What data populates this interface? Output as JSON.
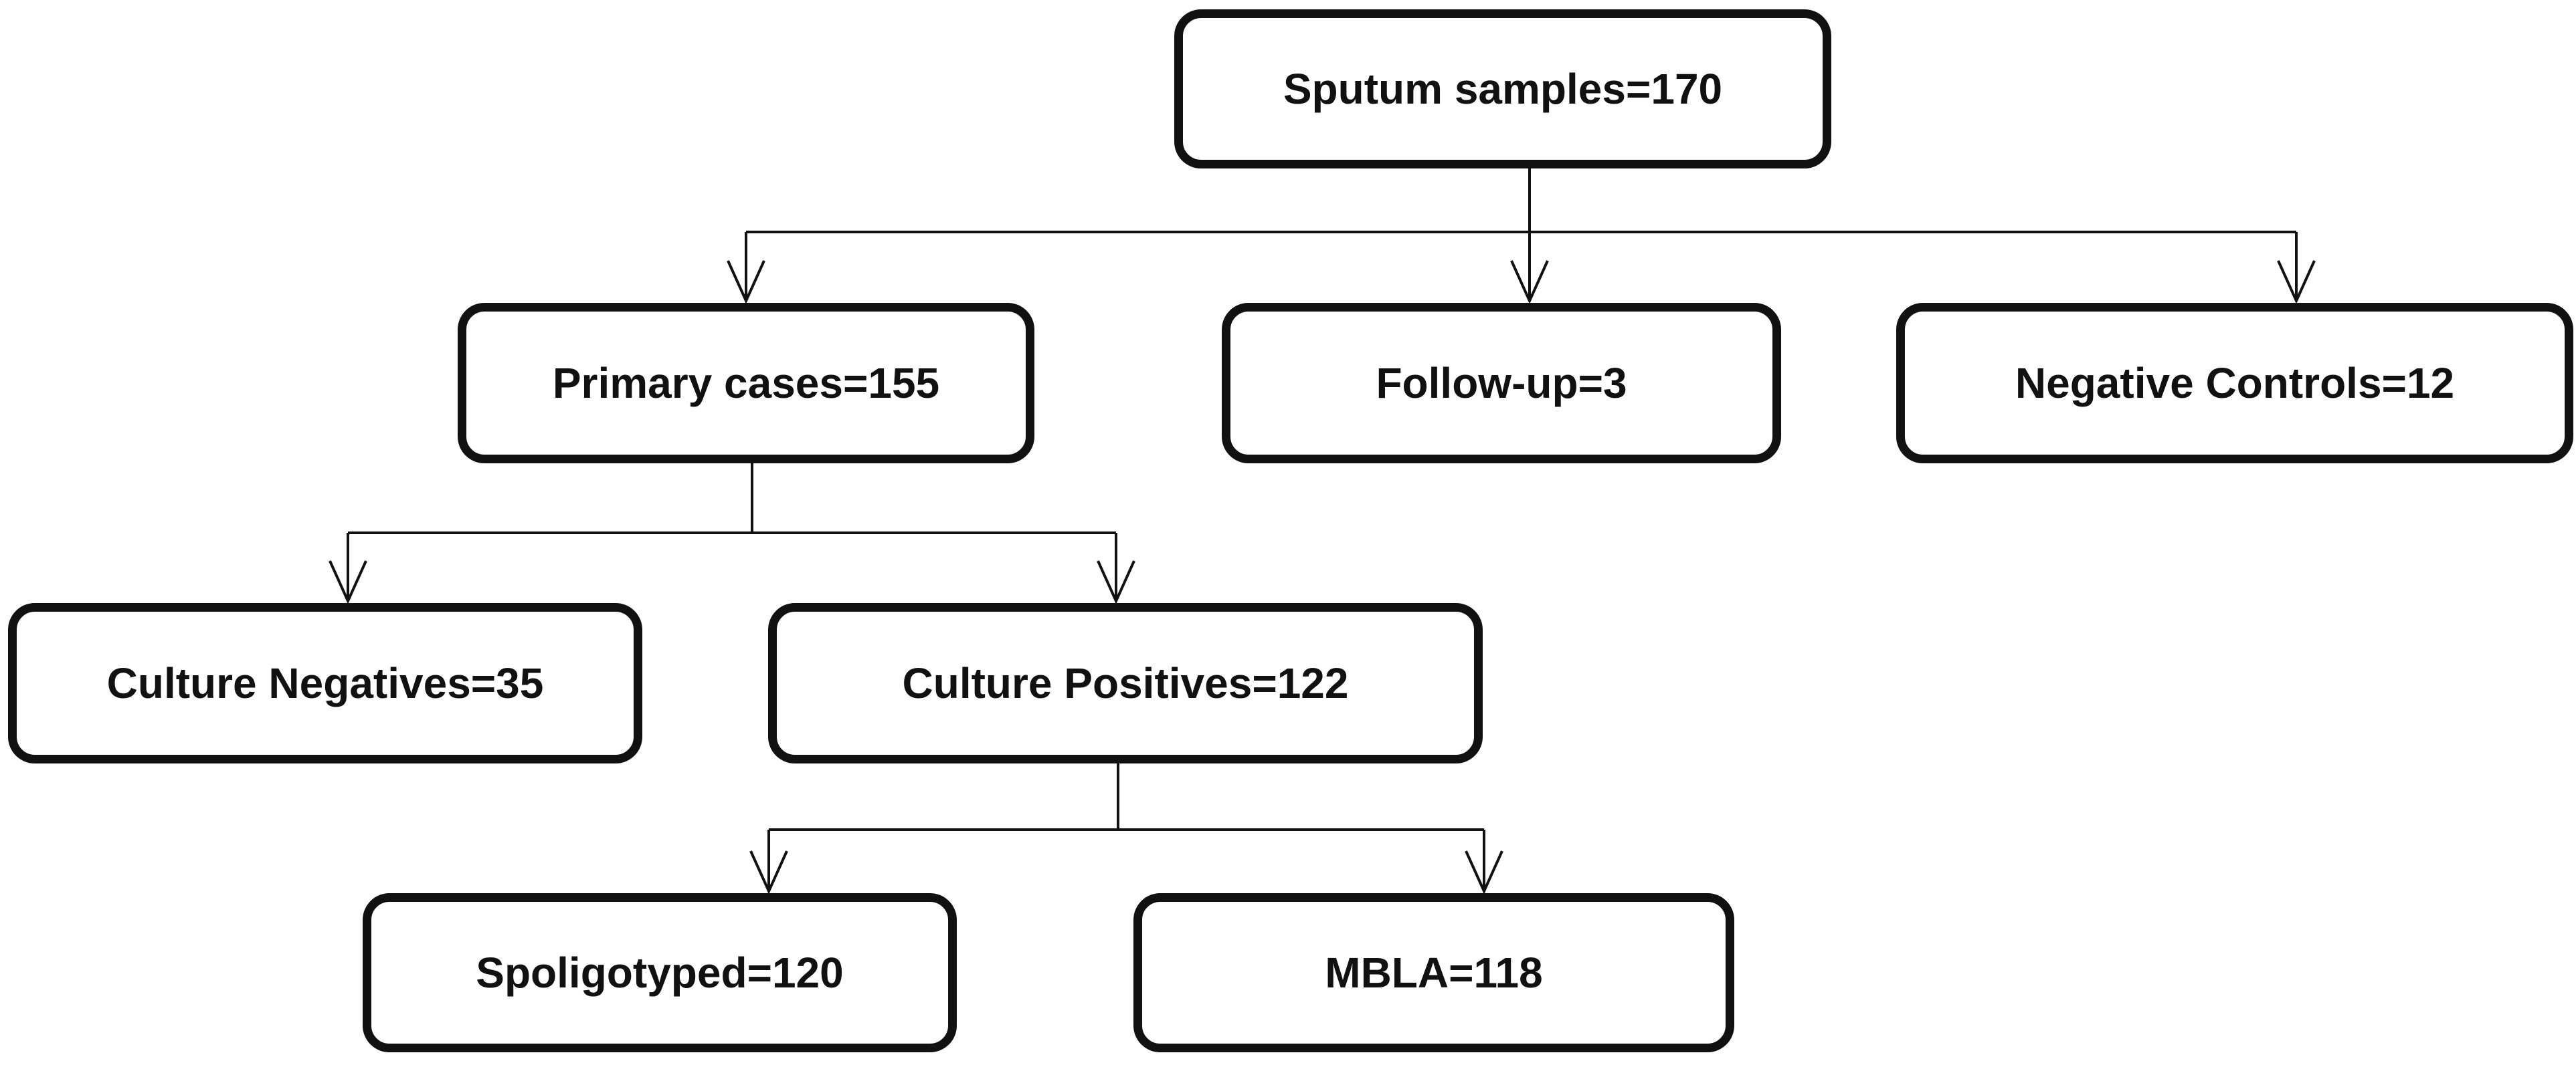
{
  "diagram": {
    "nodes": {
      "sputum": {
        "label": "Sputum samples=170"
      },
      "primary": {
        "label": "Primary cases=155"
      },
      "followup": {
        "label": "Follow-up=3"
      },
      "negctrl": {
        "label": "Negative Controls=12"
      },
      "culneg": {
        "label": "Culture Negatives=35"
      },
      "culpos": {
        "label": "Culture Positives=122"
      },
      "spoligo": {
        "label": "Spoligotyped=120"
      },
      "mbla": {
        "label": "MBLA=118"
      }
    },
    "edges": [
      {
        "from": "sputum",
        "to": "primary"
      },
      {
        "from": "sputum",
        "to": "followup"
      },
      {
        "from": "sputum",
        "to": "negctrl"
      },
      {
        "from": "primary",
        "to": "culneg"
      },
      {
        "from": "primary",
        "to": "culpos"
      },
      {
        "from": "culpos",
        "to": "spoligo"
      },
      {
        "from": "culpos",
        "to": "mbla"
      }
    ],
    "colors": {
      "stroke": "#111111",
      "background": "#ffffff"
    }
  }
}
